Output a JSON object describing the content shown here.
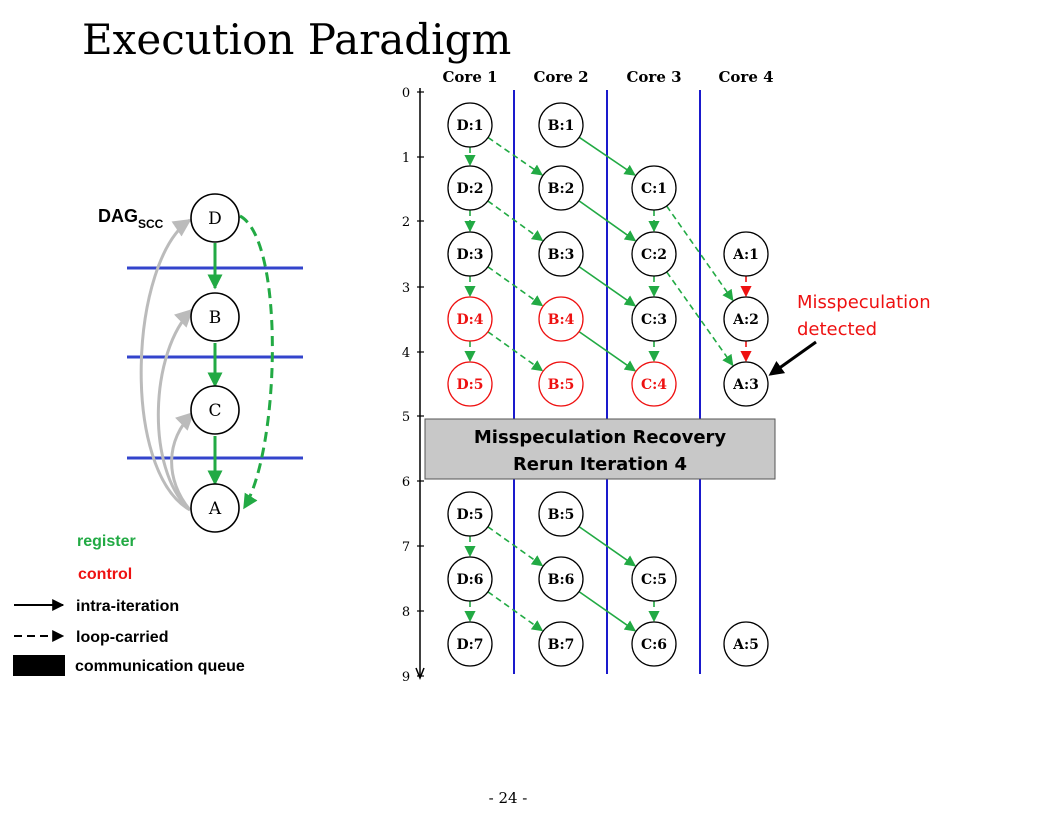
{
  "title": "Execution Paradigm",
  "page_number": "- 24 -",
  "colors": {
    "register": "#22aa44",
    "control": "#ee1111",
    "core_line": "#1a1acc",
    "scc_cut": "#3344cc",
    "gray_edge": "#bbbbbb",
    "recovery_fill": "#c8c8c8",
    "misspec_text": "#ee1111"
  },
  "dag": {
    "label": "DAG",
    "label_sub": "SCC",
    "nodes": [
      "D",
      "B",
      "C",
      "A"
    ]
  },
  "legend": {
    "register": "register",
    "control": "control",
    "intra": "intra-iteration",
    "loop": "loop-carried",
    "queue": "communication queue"
  },
  "timeline": {
    "cores": [
      "Core 1",
      "Core 2",
      "Core 3",
      "Core 4"
    ],
    "ticks": [
      "0",
      "1",
      "2",
      "3",
      "4",
      "5",
      "6",
      "7",
      "8",
      "9"
    ],
    "nodes": [
      {
        "id": "D:1",
        "state": "normal"
      },
      {
        "id": "B:1",
        "state": "normal"
      },
      {
        "id": "D:2",
        "state": "normal"
      },
      {
        "id": "B:2",
        "state": "normal"
      },
      {
        "id": "C:1",
        "state": "normal"
      },
      {
        "id": "D:3",
        "state": "normal"
      },
      {
        "id": "B:3",
        "state": "normal"
      },
      {
        "id": "C:2",
        "state": "normal"
      },
      {
        "id": "A:1",
        "state": "normal"
      },
      {
        "id": "D:4",
        "state": "misspeculated"
      },
      {
        "id": "B:4",
        "state": "misspeculated"
      },
      {
        "id": "C:3",
        "state": "normal"
      },
      {
        "id": "A:2",
        "state": "normal"
      },
      {
        "id": "D:5",
        "state": "misspeculated"
      },
      {
        "id": "B:5",
        "state": "misspeculated"
      },
      {
        "id": "C:4",
        "state": "misspeculated"
      },
      {
        "id": "A:3",
        "state": "normal"
      },
      {
        "id": "D:5",
        "state": "normal"
      },
      {
        "id": "B:5",
        "state": "normal"
      },
      {
        "id": "D:6",
        "state": "normal"
      },
      {
        "id": "B:6",
        "state": "normal"
      },
      {
        "id": "C:5",
        "state": "normal"
      },
      {
        "id": "D:7",
        "state": "normal"
      },
      {
        "id": "B:7",
        "state": "normal"
      },
      {
        "id": "C:6",
        "state": "normal"
      },
      {
        "id": "A:5",
        "state": "normal"
      }
    ],
    "recovery": {
      "line1": "Misspeculation Recovery",
      "line2": "Rerun Iteration 4"
    }
  },
  "annotation": {
    "line1": "Misspeculation",
    "line2": "detected"
  }
}
